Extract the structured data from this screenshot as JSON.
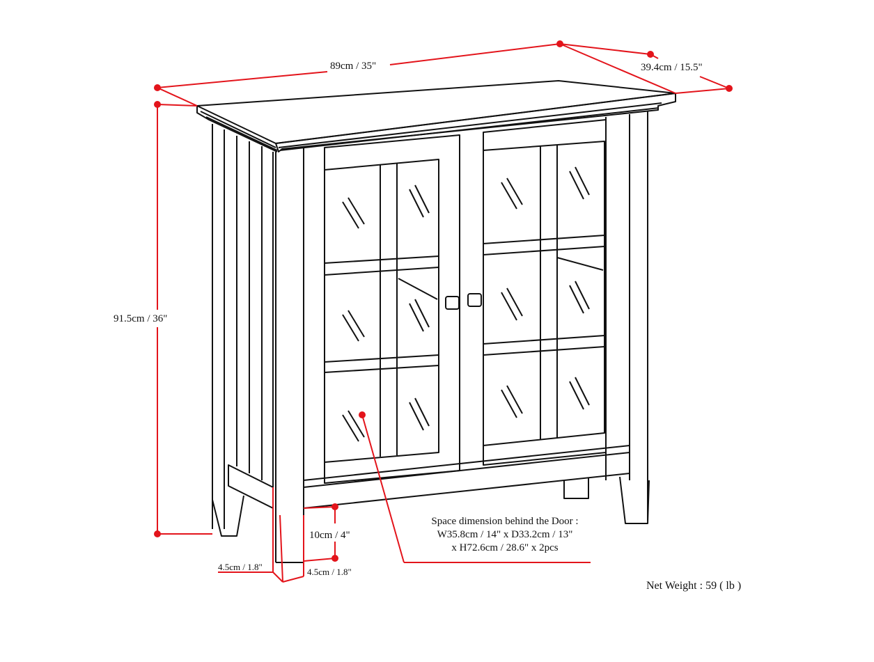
{
  "diagram": {
    "title": "Cabinet dimension diagram",
    "line_color": "#e3141b",
    "outline_color": "#111111",
    "dimensions": {
      "width": "89cm / 35\"",
      "depth": "39.4cm / 15.5\"",
      "height": "91.5cm / 36\"",
      "leg_height": "10cm / 4\"",
      "leg_width_left": "4.5cm / 1.8\"",
      "leg_width_right": "4.5cm / 1.8\""
    },
    "interior_note": {
      "line1": "Space dimension behind the Door :",
      "line2": "W35.8cm / 14\" x D33.2cm / 13\"",
      "line3": "x H72.6cm / 28.6\" x 2pcs"
    },
    "net_weight": "Net Weight : 59 ( lb )"
  }
}
